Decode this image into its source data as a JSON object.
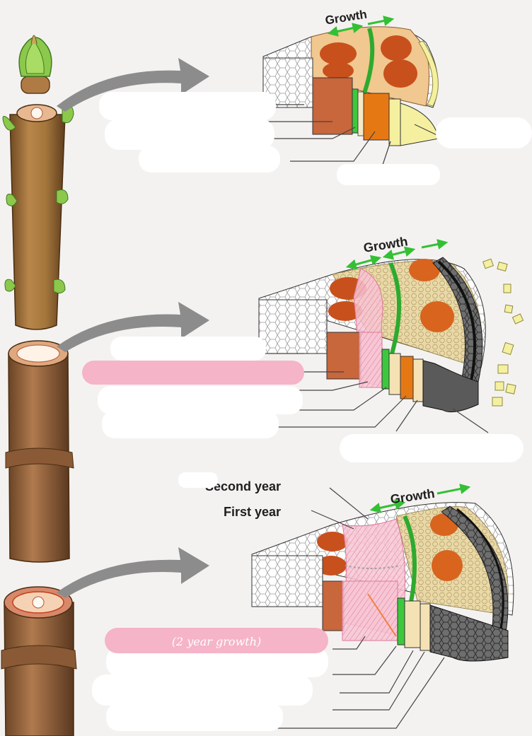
{
  "labels": {
    "growth_1": "Growth",
    "growth_2": "Growth",
    "growth_3": "Growth",
    "second_year": "Second year",
    "first_year": "First year",
    "handwritten_note": "(2 year growth)"
  },
  "colors": {
    "background": "#f4f2f0",
    "pith": "#ffffff",
    "xylem": "#c85e3c",
    "cambium": "#3cc83c",
    "phloem": "#e67814",
    "cortex": "#f5f0a0",
    "cork": "#606060",
    "highlight_pink": "#f5b4c8",
    "growth_arrow": "#34c034",
    "stem": "#a8743c",
    "bud": "#8cc84c",
    "blank_label": "#ffffff"
  }
}
